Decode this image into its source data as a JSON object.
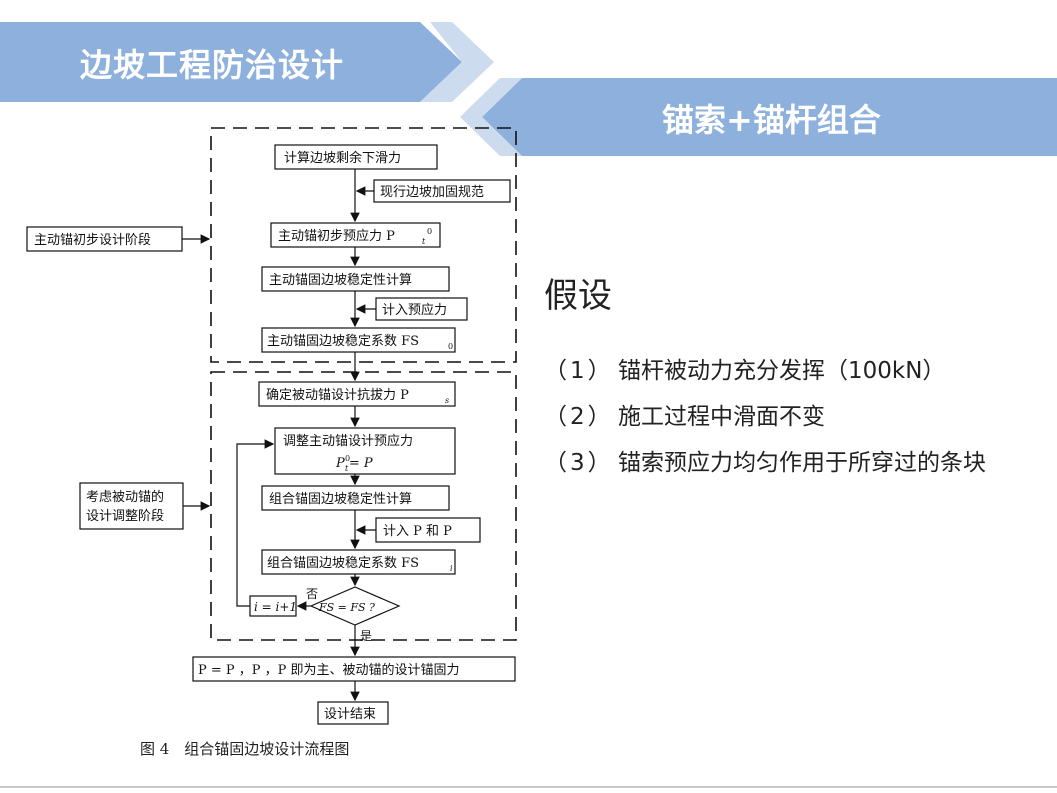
{
  "header": {
    "title": "边坡工程防治设计",
    "subtitle": "锚索+锚杆组合",
    "colors": {
      "banner_dark": "#8eb0dd",
      "banner_light": "#cddbee"
    }
  },
  "flowchart": {
    "stage1_label": "主动锚初步设计阶段",
    "stage2_label_line1": "考虑被动锚的",
    "stage2_label_line2": "设计调整阶段",
    "box_calc_force": "计算边坡剩余下滑力",
    "box_code": "现行边坡加固规范",
    "box_prestress": "主动锚初步预应力 P",
    "box_active_stability": "主动锚固边坡稳定性计算",
    "box_add_prestress": "计入预应力",
    "box_active_fs": "主动锚固边坡稳定系数 FS",
    "box_passive_force": "确定被动锚设计抗拔力 P",
    "box_adjust_line1": "调整主动锚设计预应力",
    "box_adjust_line2": "P = P",
    "box_combo_stability": "组合锚固边坡稳定性计算",
    "box_add_pp": "计入 P 和 P",
    "box_combo_fs": "组合锚固边坡稳定系数 FS",
    "box_loop": "i = i+1",
    "diamond": "FS = FS ?",
    "label_no": "否",
    "label_yes": "是",
    "box_result": "P = P ，P ，P 即为主、被动锚的设计锚固力",
    "box_end": "设计结束",
    "caption": "图 4　组合锚固边坡设计流程图"
  },
  "assumptions": {
    "title": "假设",
    "items": [
      {
        "num": "（1）",
        "text": "锚杆被动力充分发挥（100kN）"
      },
      {
        "num": "（2）",
        "text": "施工过程中滑面不变"
      },
      {
        "num": "（3）",
        "text": "锚索预应力均匀作用于所穿过的条块"
      }
    ]
  }
}
